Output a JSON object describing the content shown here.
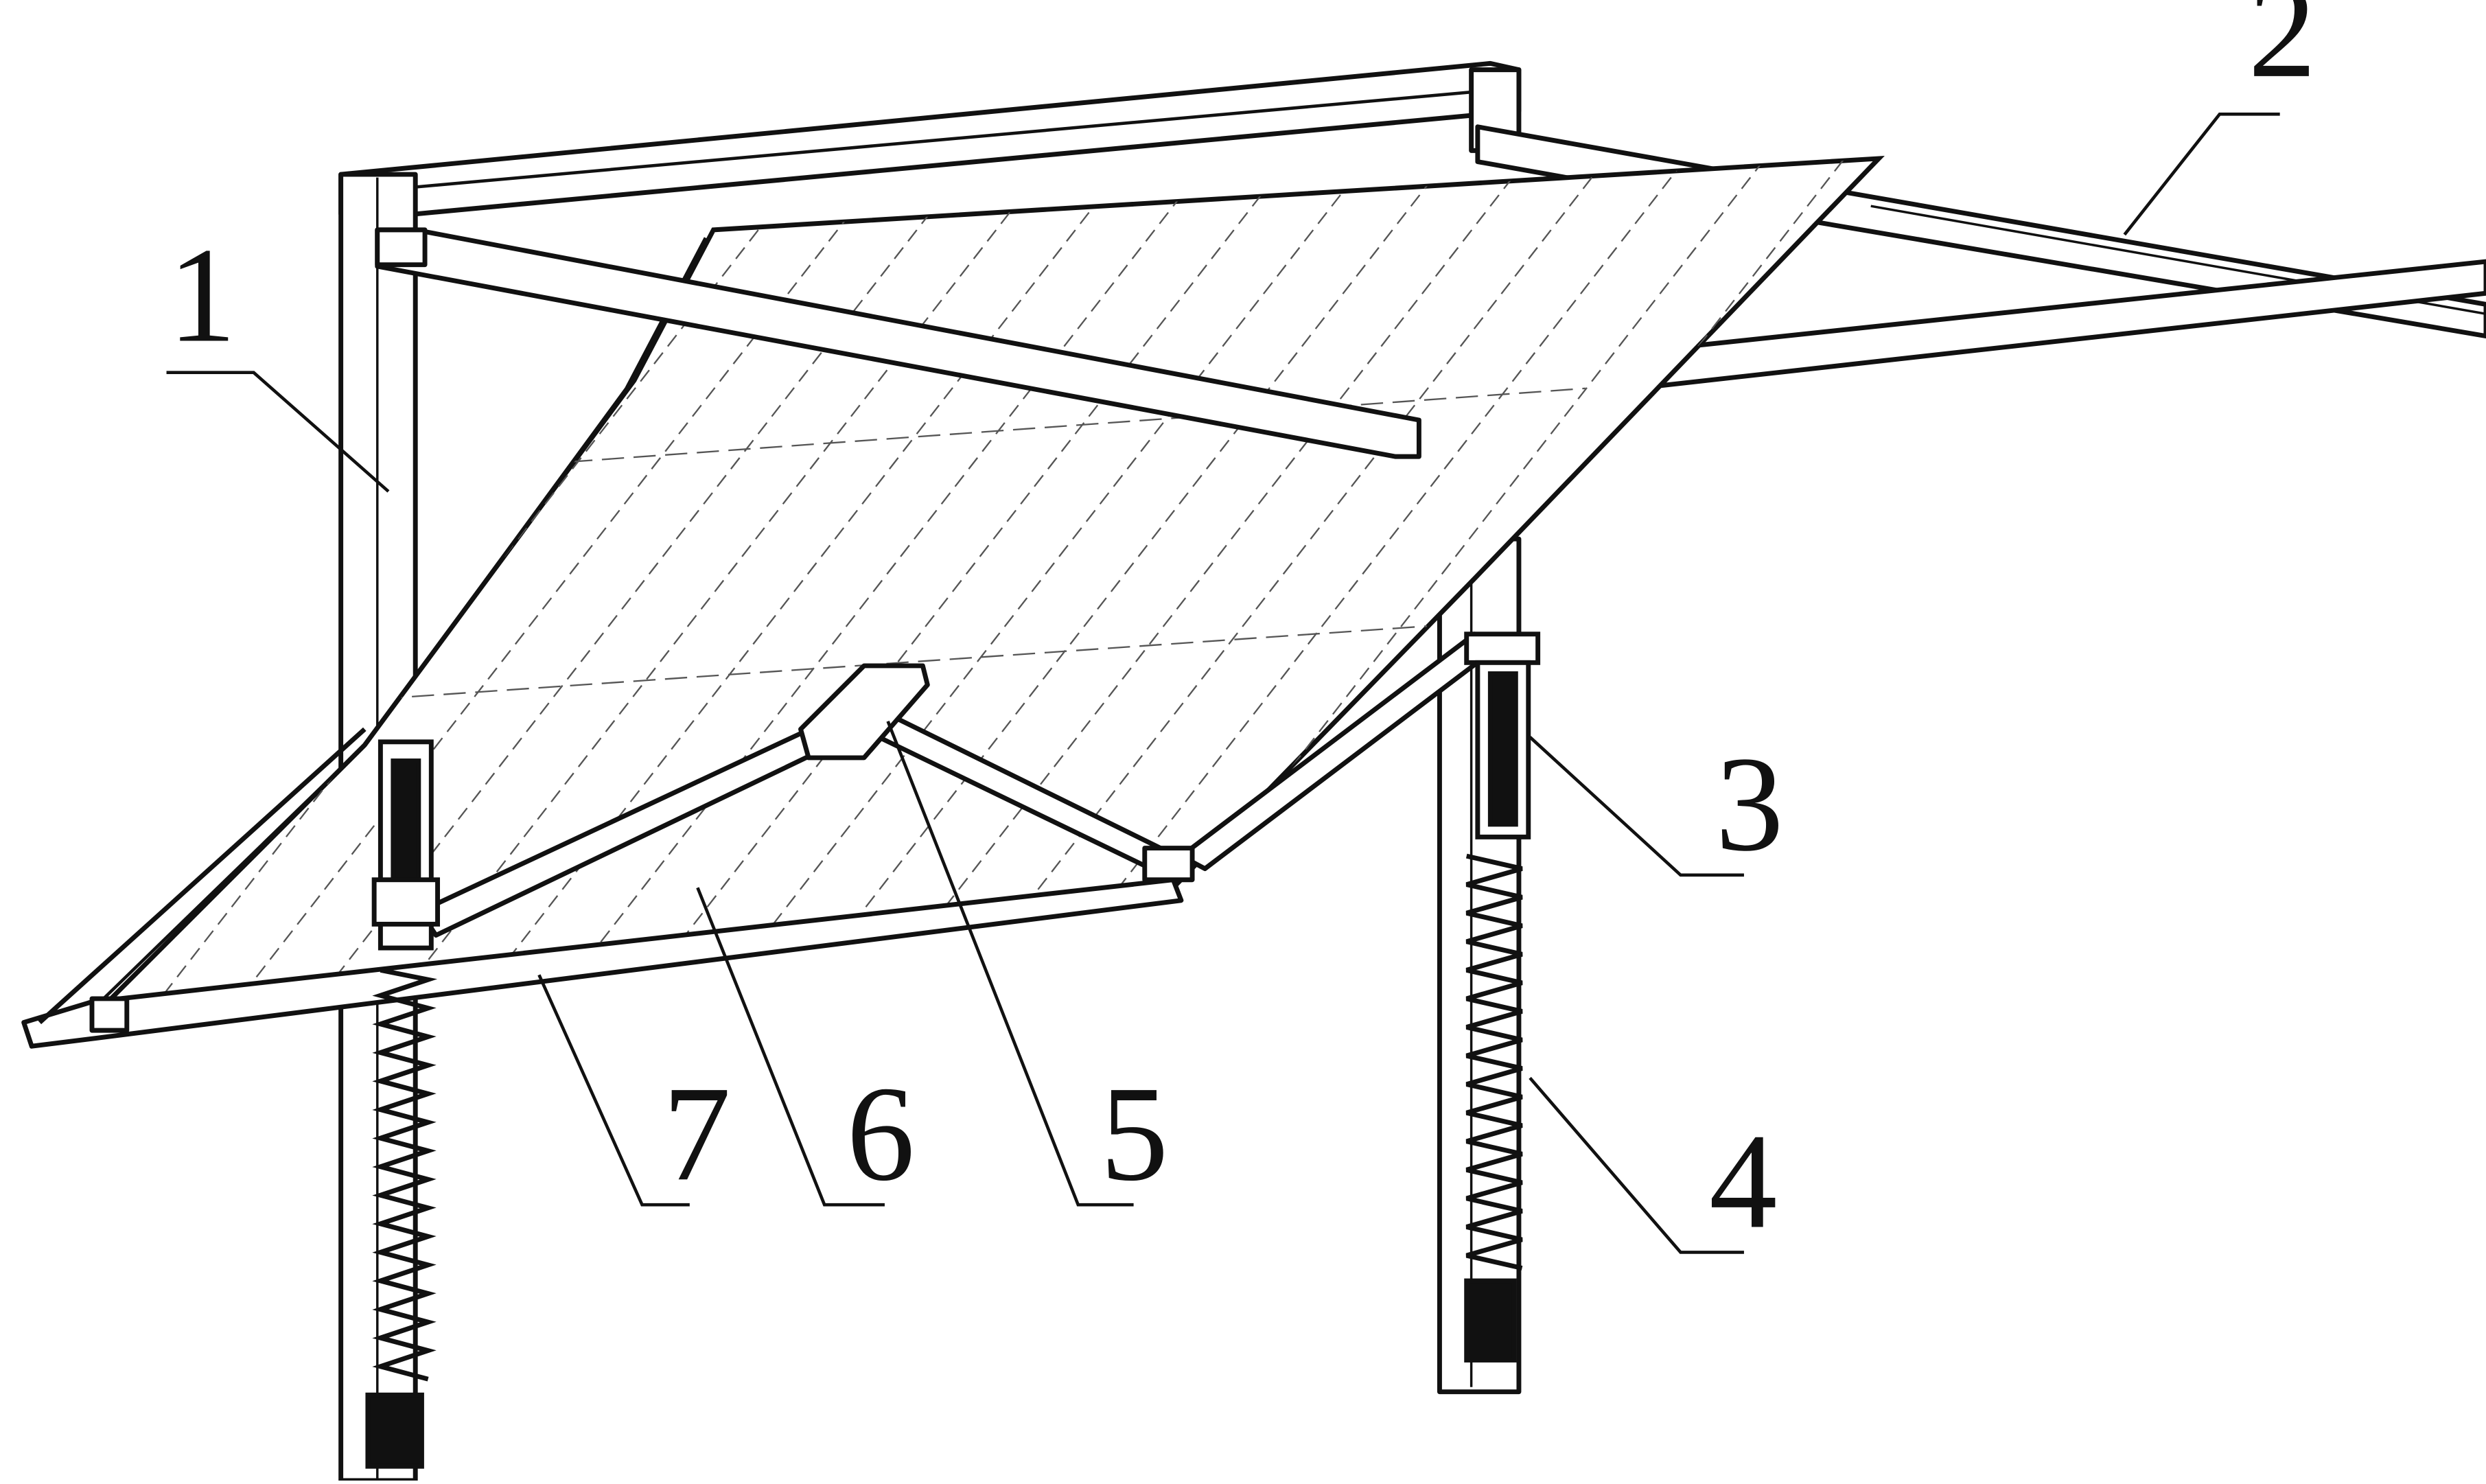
{
  "figure": {
    "callouts": [
      {
        "id": "1",
        "label": "1"
      },
      {
        "id": "2",
        "label": "2"
      },
      {
        "id": "3",
        "label": "3"
      },
      {
        "id": "4",
        "label": "4"
      },
      {
        "id": "5",
        "label": "5"
      },
      {
        "id": "6",
        "label": "6"
      },
      {
        "id": "7",
        "label": "7"
      }
    ]
  },
  "colors": {
    "ink": "#111111",
    "background": "#ffffff",
    "hatch": "#555555"
  }
}
